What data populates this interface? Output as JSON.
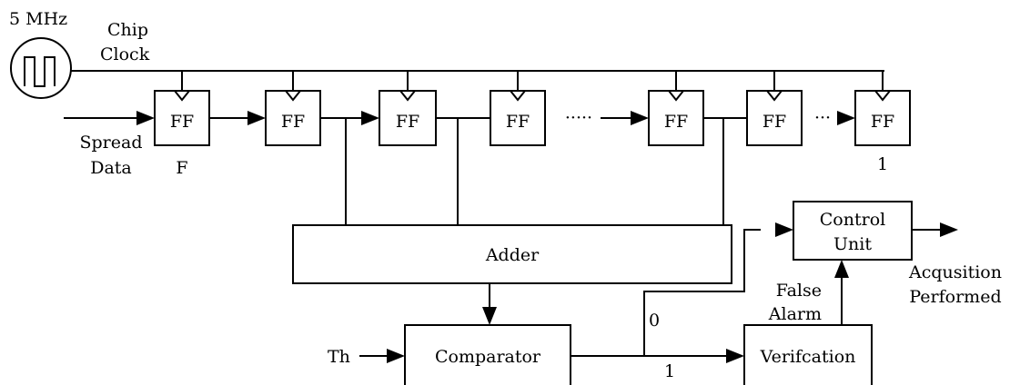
{
  "clock": {
    "frequency": "5 MHz",
    "label_line1": "Chip",
    "label_line2": "Clock",
    "icon": "square-wave-icon"
  },
  "input": {
    "label_line1": "Spread",
    "label_line2": "Data"
  },
  "shift_register": {
    "cell_label": "FF",
    "first_index": "F",
    "last_index": "1",
    "ellipsis": "·····",
    "ellipsis_short": "···"
  },
  "adder": {
    "label": "Adder"
  },
  "comparator": {
    "label": "Comparator",
    "threshold_label": "Th"
  },
  "verification": {
    "label": "Verifcation"
  },
  "control_unit": {
    "label_line1": "Control",
    "label_line2": "Unit"
  },
  "branches": {
    "zero": "0",
    "one": "1"
  },
  "false_alarm": {
    "line1": "False",
    "line2": "Alarm"
  },
  "output": {
    "line1": "Acqusition",
    "line2": "Performed"
  }
}
